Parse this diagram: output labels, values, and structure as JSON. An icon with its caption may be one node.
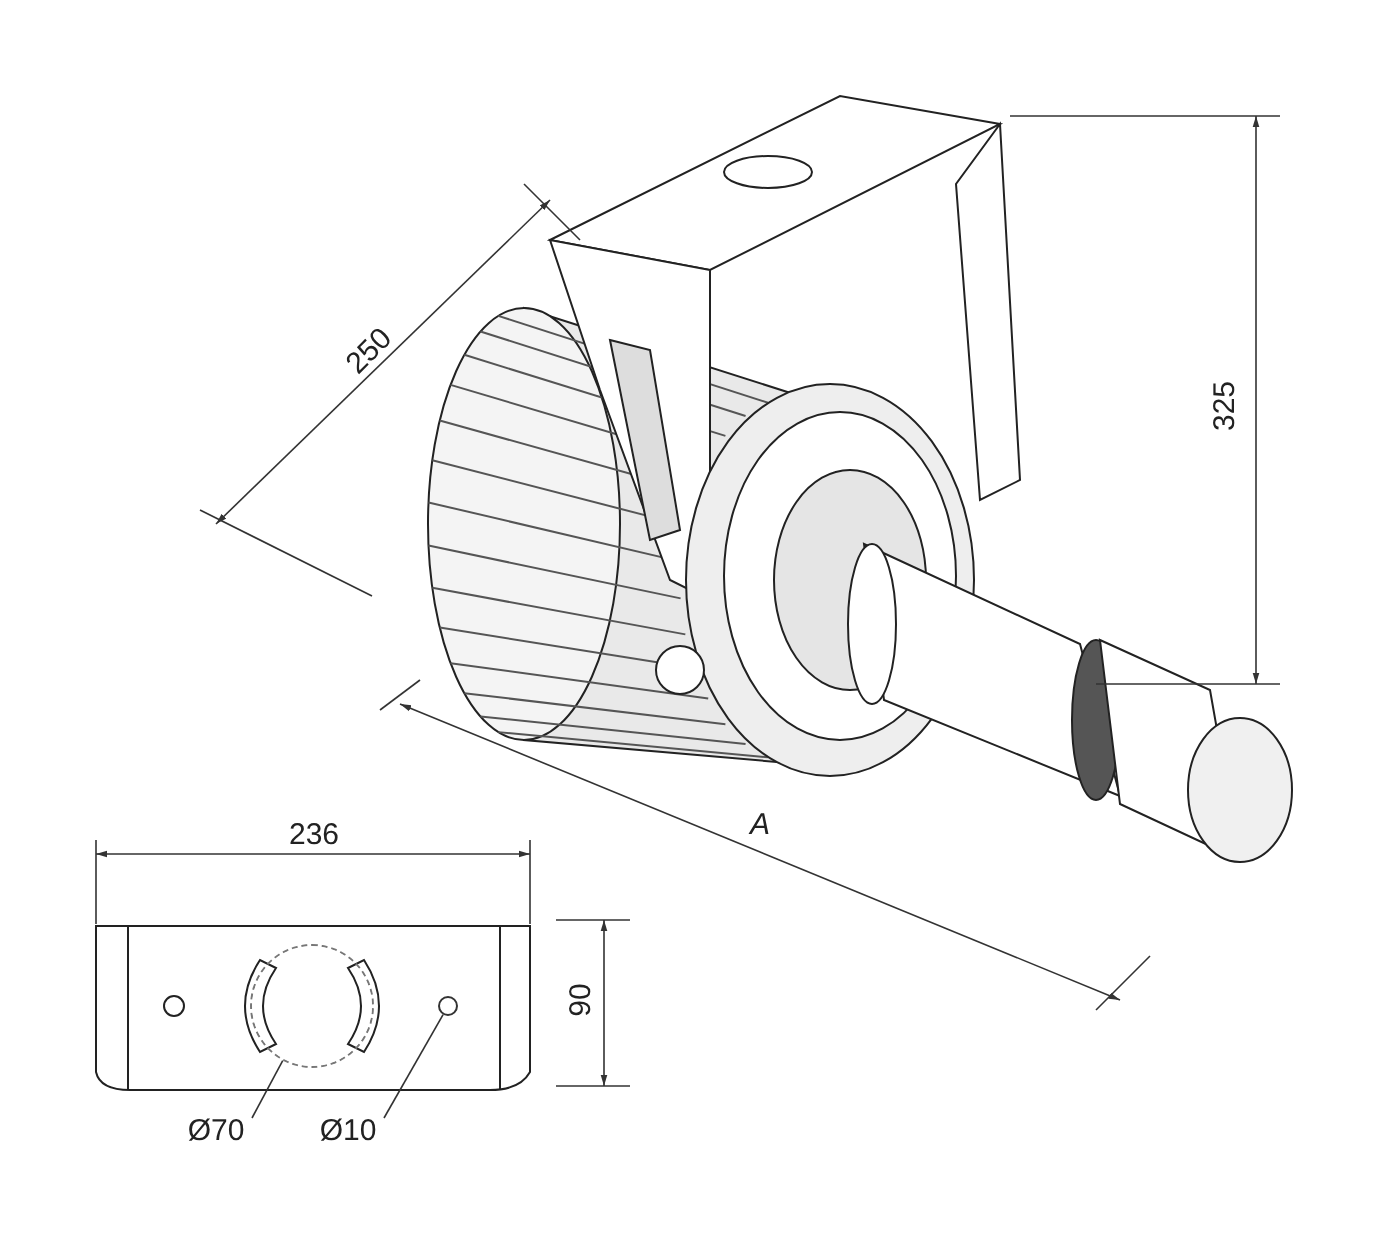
{
  "diagram": {
    "nodes": [
      {
        "text": [
          "Ø70"
        ]
      },
      {
        "text": [
          "Ø10"
        ]
      },
      {
        "text": [],
        "shape": "circle"
      },
      {
        "text": [],
        "shape": "circle"
      }
    ],
    "edges": [
      {
        "from": 0,
        "to": 2,
        "arrow": "none"
      },
      {
        "from": 1,
        "to": 3,
        "arrow": "none"
      }
    ],
    "labels": [
      "250",
      "325",
      "236",
      "A",
      "90"
    ]
  }
}
